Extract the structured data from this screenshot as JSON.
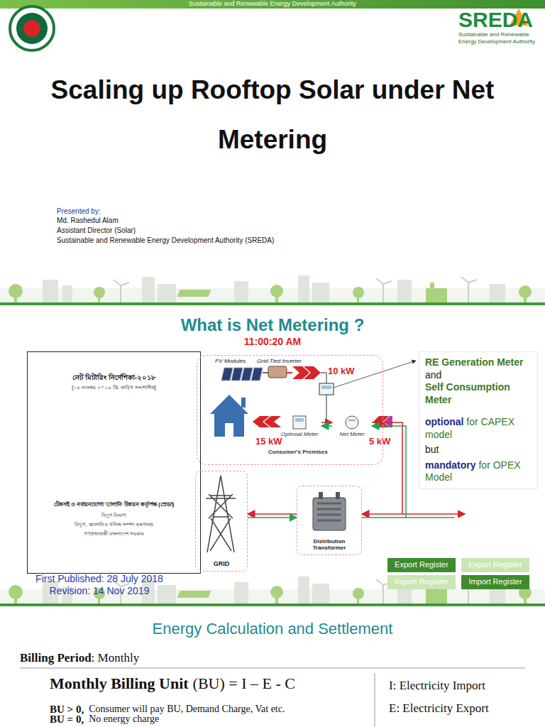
{
  "diagram": {
    "title": "Scaling up Rooftop Solar under Net Metering",
    "nodes": [
      {
        "text": [
          "নেট মিটারিং নির্দেশিকা-২০১৮",
          "[১৪ নভেম্বর ২০১৯ খ্রি. তারিখ সংশোধিত]",
          "টেকসই ও নবায়নযোগ্য জ্বালানি উন্নয়ন কর্তৃপক্ষ (স্রেডা)",
          "বিদ্যুৎ বিভাগ",
          "বিদ্যুৎ, জ্বালানি ও খনিজ সম্পদ মন্ত্রণালয়",
          "গণপ্রজাতন্ত্রী বাংলাদেশ সরকার"
        ]
      },
      {
        "text": [
          "Consumer's Premises"
        ]
      },
      {
        "text": [
          "Optional Meter"
        ],
        "in": 1
      },
      {
        "text": [
          "Net Meter"
        ],
        "in": 1
      },
      {
        "text": [
          "GRID"
        ]
      },
      {
        "text": [
          "Distribution Transformer"
        ]
      },
      {
        "text": [
          "RE Generation Meter",
          "and",
          "Self Consumption Meter",
          "optional",
          "for CAPEX model",
          "but",
          "mandatory",
          "for OPEX Model"
        ]
      },
      {
        "text": [
          "Export Register"
        ]
      },
      {
        "text": [
          "Export Register"
        ]
      },
      {
        "text": [
          "Import Register"
        ]
      },
      {
        "text": [
          "Import Register"
        ]
      }
    ],
    "edges": [
      {
        "from": 2,
        "to": 3,
        "arrow": "both"
      },
      {
        "from": 3,
        "to": 5,
        "arrow": "both"
      },
      {
        "from": 5,
        "to": 4,
        "arrow": "both"
      }
    ],
    "labels": [
      "Sustainable and Renewable Energy Development Authority",
      "SREDA",
      "Sustainable and Renewable",
      "Energy Development Authority",
      "Presented by:",
      "Md. Rashedul Alam",
      "Assistant Director (Solar)",
      "Sustainable and Renewable Energy Development Authority (SREDA)",
      "What is Net Metering ?",
      "11:00:20 AM",
      "First Published: 28 July 2018",
      "Revision: 14 Nov 2019",
      "PV Modules",
      "Grid-Tied Inverter",
      "10 kW",
      "15 kW",
      "5 kW",
      "Energy Calculation and Settlement",
      "Billing Period",
      ": Monthly",
      "Monthly Billing Unit",
      "(BU) = I – E - C",
      "BU > 0,",
      "Consumer will pay BU, Demand Charge, Vat etc.",
      "BU = 0,",
      "No energy charge",
      "I: Electricity Import",
      "E: Electricity Export"
    ]
  }
}
